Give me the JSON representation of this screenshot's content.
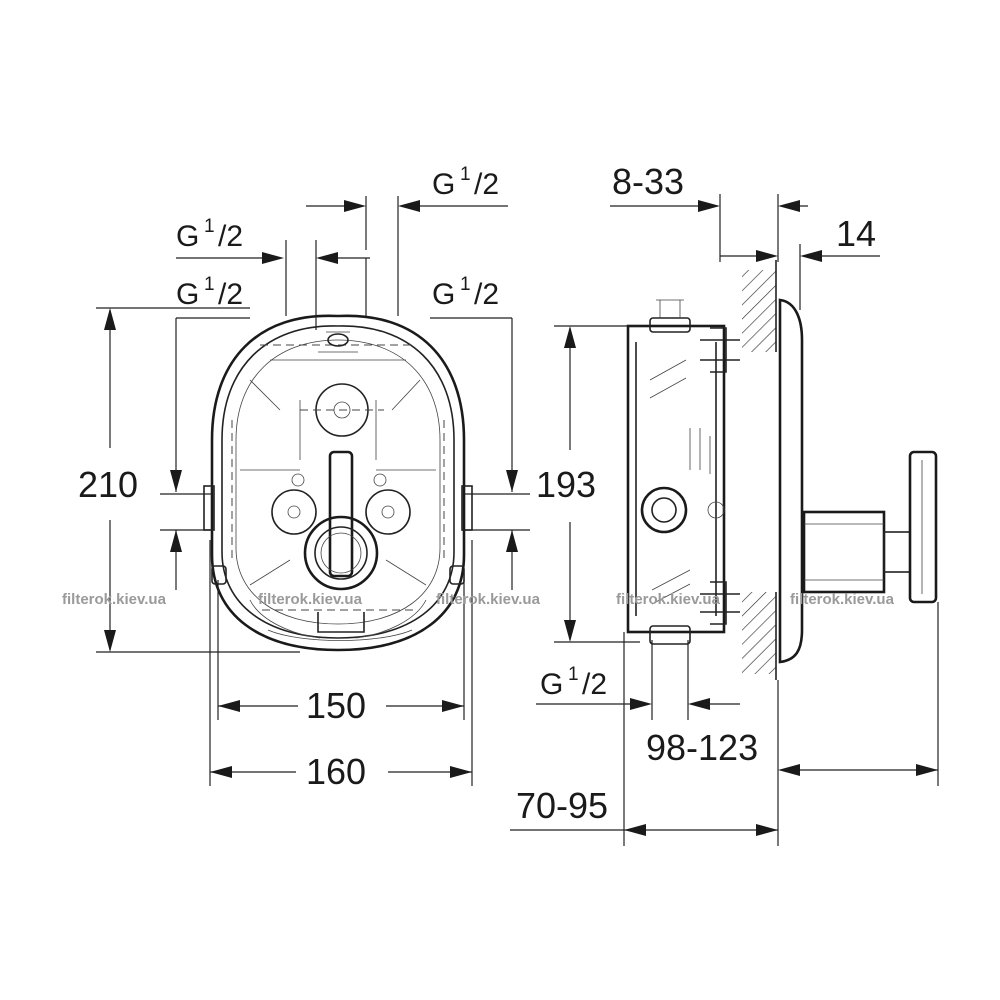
{
  "dimensions": {
    "height_total": "210",
    "height_inner": "193",
    "width_inner": "150",
    "width_total": "160",
    "depth_range_1": "8-33",
    "depth_range_2": "14",
    "depth_range_3": "98-123",
    "depth_range_4": "70-95"
  },
  "threads": [
    {
      "main": "G",
      "sup": "1",
      "sub": "/2"
    },
    {
      "main": "G",
      "sup": "1",
      "sub": "/2"
    },
    {
      "main": "G",
      "sup": "1",
      "sub": "/2"
    },
    {
      "main": "G",
      "sup": "1",
      "sub": "/2"
    },
    {
      "main": "G",
      "sup": "1",
      "sub": "/2"
    }
  ],
  "watermark": "filterok.kiev.ua"
}
